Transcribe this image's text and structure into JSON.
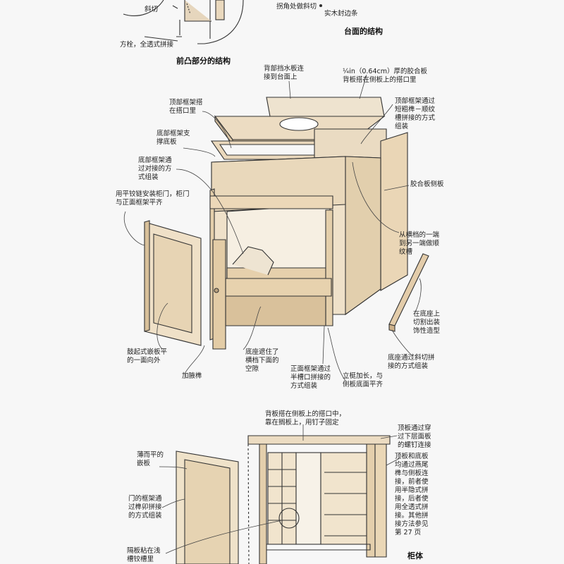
{
  "headings": {
    "front_structure": "前凸部分的结构",
    "countertop_structure": "台面的结构",
    "carcass": "柜体"
  },
  "top_labels": {
    "miter": "斜切",
    "corner_miter": "拐角处做斜切",
    "solid_edge": "实木封边条",
    "dowel": "方栓，全透式拼接"
  },
  "vanity_labels": {
    "backsplash": "背部挡水板连\n接到台面上",
    "plywood_back": "¼in（0.64cm）厚的胶合板\n背板搭在侧板上的搭口里",
    "top_frame": "顶部框架搭\n在搭口里",
    "top_frame_joint": "顶部框架通过\n短粗榫－顺纹\n槽拼接的方式\n组装",
    "bottom_frame_support": "底部框架支\n撑底板",
    "bottom_frame_joint": "底部框架通\n过对接的方\n式组装",
    "hinge": "用平铰链安装柜门，柜门\n与正面框架平齐",
    "plywood_side": "胶合板侧板",
    "groove": "从横档的一端\n到另一端做顺\n纹槽",
    "raised_panel": "鼓起式嵌板平\n的一面向外",
    "base_cutout": "在底座上\n切割出装\n饰性造型",
    "base_hide": "底座遮住了\n横档下面的\n空隙",
    "base_miter": "底座通过斜切拼\n接的方式组装",
    "reinforcement": "加腋榫",
    "face_frame": "正面框架通过\n半槽口拼接的\n方式组装",
    "stile": "立梃加长，与\n侧板底面平齐"
  },
  "carcass_labels": {
    "back_rabbet": "背板搭在侧板上的搭口中，\n靠在搁板上，用钉子固定",
    "screw_top": "顶板通过穿\n过下层面板\n的螺钉连接",
    "thin_panel": "薄而平的\n嵌板",
    "dovetail": "顶板和底板\n均通过燕尾\n榫与侧板连\n接，前者使\n用半隐式拼\n接，后者使\n用全透式拼\n接。其他拼\n接方法参见\n第 27 页",
    "door_frame": "门的框架通\n过榫卯拼接\n的方式组装",
    "shelf_dado": "隔板粘在浅\n槽铰槽里"
  }
}
